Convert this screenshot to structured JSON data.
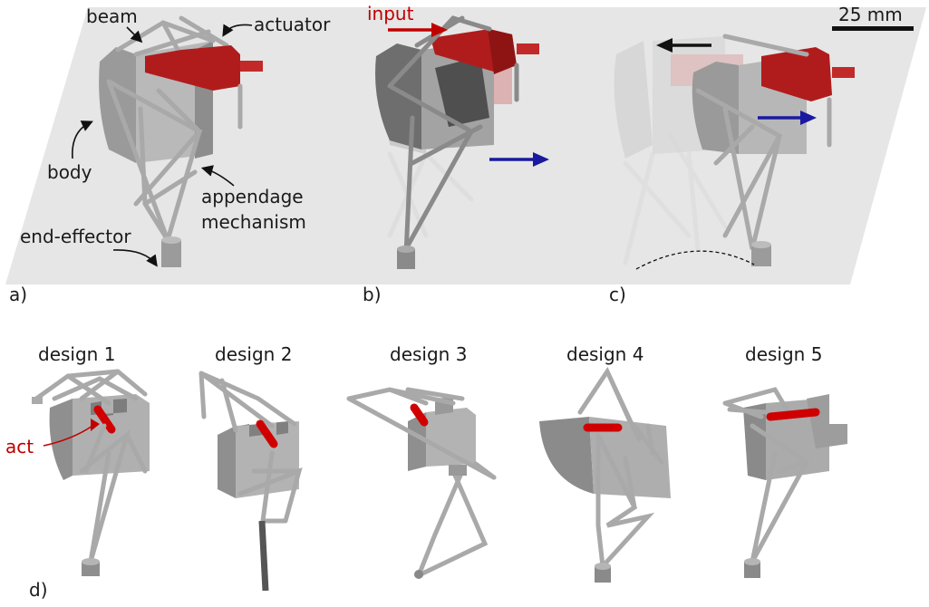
{
  "panels": {
    "a": {
      "label": "a)",
      "annotations": {
        "beam": "beam",
        "actuator": "actuator",
        "body": "body",
        "appendage_line1": "appendage",
        "appendage_line2": "mechanism",
        "end_effector": "end-effector"
      }
    },
    "b": {
      "label": "b)",
      "input": "input"
    },
    "c": {
      "label": "c)"
    },
    "d": {
      "label": "d)",
      "act": "act",
      "designs": [
        "design 1",
        "design 2",
        "design 3",
        "design 4",
        "design 5"
      ]
    }
  },
  "scale_bar": "25 mm",
  "colors": {
    "actuator_red": "#b01c1c",
    "input_arrow": "#c00000",
    "blue_arrow": "#1a1aa0",
    "black_arrow": "#111111",
    "part_gray": "#a9a9a9",
    "plane": "#e6e6e6"
  }
}
